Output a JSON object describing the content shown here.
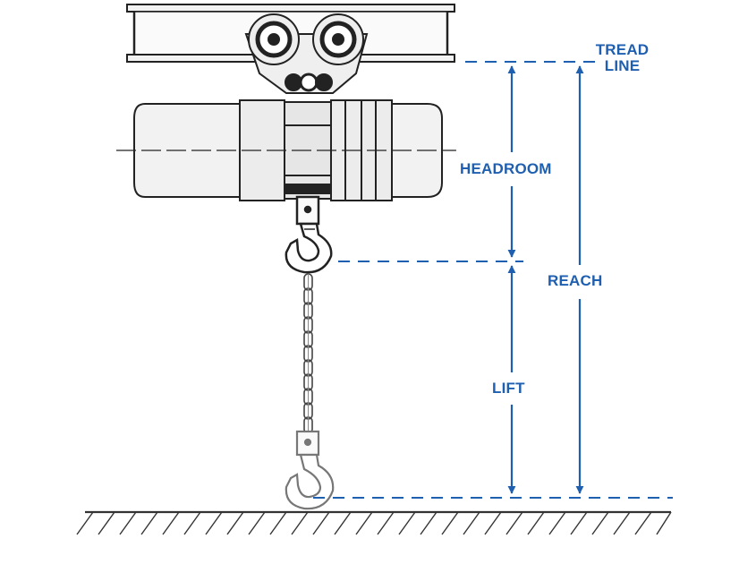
{
  "labels": {
    "tread_line_1": "TREAD",
    "tread_line_2": "LINE",
    "headroom": "HEADROOM",
    "reach": "REACH",
    "lift": "LIFT"
  },
  "colors": {
    "accent": "#1f5fb0",
    "line": "#222222",
    "fill": "#f2f2f2"
  },
  "icons": [
    "hoist-trolley",
    "chain-hook",
    "dimension-arrow",
    "ground-hatch"
  ]
}
